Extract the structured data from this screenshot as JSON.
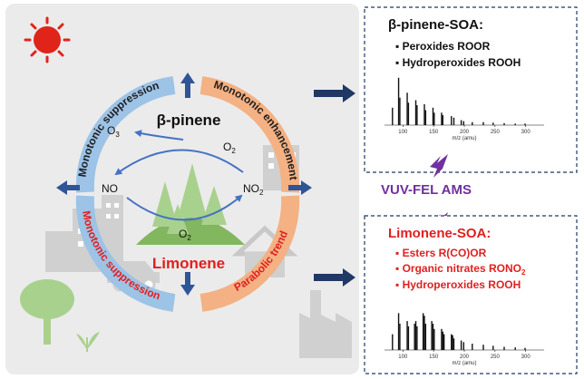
{
  "colors": {
    "arc_blue": "#9dc3e6",
    "arc_orange": "#f4b183",
    "arrow_navy": "#1f3864",
    "cycle_blue": "#4472c4",
    "red": "#e02020",
    "purple": "#7030a0",
    "sun": "#e0241a",
    "tree_green": "#a9d18e",
    "tree_dark": "#70ad47",
    "building_gray": "#d0d0d0"
  },
  "icons": [
    "sun-icon",
    "tree-icon",
    "building-icon",
    "house-icon",
    "car-icon",
    "factory-icon",
    "plant-icon",
    "lightning-icon"
  ],
  "cycle": {
    "arcs": {
      "top_left": "Monotonic suppression",
      "top_right": "Monotonic enhancement",
      "bottom_left": "Monotonic suppression",
      "bottom_right": "Parabolic trend"
    },
    "beta_pinene": "β-pinene",
    "limonene": "Limonene",
    "o3": "O",
    "o3_sub": "3",
    "o2_top": "O",
    "o2_top_sub": "2",
    "o2_bottom": "O",
    "o2_bottom_sub": "2",
    "no": "NO",
    "no2": "NO",
    "no2_sub": "2"
  },
  "beta_box": {
    "title": "β-pinene-SOA:",
    "items": [
      "Peroxides ROOR",
      "Hydroperoxides ROOH"
    ],
    "spectrum": {
      "xlabel": "m/z (amu)",
      "xticks": [
        "100",
        "150",
        "200",
        "250",
        "300"
      ]
    }
  },
  "limonene_box": {
    "title": "Limonene-SOA:",
    "items": [
      {
        "text": "Esters R(CO)OR",
        "sub": "",
        "tail": ""
      },
      {
        "text": "Organic nitrates RONO",
        "sub": "2",
        "tail": ""
      },
      {
        "text": "Hydroperoxides ROOH",
        "sub": "",
        "tail": ""
      }
    ],
    "spectrum": {
      "xlabel": "m/z (amu)",
      "xticks": [
        "100",
        "150",
        "200",
        "250",
        "300"
      ]
    }
  },
  "vuv_label": "VUV-FEL AMS",
  "chart_data": [
    {
      "type": "bar",
      "title": "",
      "xlabel": "m/z (amu)",
      "ylabel": "",
      "xlim": [
        70,
        330
      ],
      "ylim": [
        0,
        1
      ],
      "x": [
        83,
        93,
        95,
        107,
        109,
        121,
        123,
        135,
        137,
        149,
        151,
        163,
        165,
        179,
        183,
        195,
        199,
        213,
        231,
        247,
        265,
        283,
        299
      ],
      "values": [
        0.35,
        0.95,
        0.55,
        0.65,
        0.45,
        0.5,
        0.4,
        0.42,
        0.3,
        0.35,
        0.25,
        0.25,
        0.2,
        0.18,
        0.15,
        0.1,
        0.08,
        0.06,
        0.06,
        0.05,
        0.04,
        0.03,
        0.03
      ]
    },
    {
      "type": "bar",
      "title": "",
      "xlabel": "m/z (amu)",
      "ylabel": "",
      "xlim": [
        70,
        330
      ],
      "ylim": [
        0,
        1
      ],
      "x": [
        83,
        93,
        95,
        107,
        109,
        119,
        121,
        123,
        133,
        135,
        137,
        147,
        149,
        151,
        163,
        165,
        167,
        179,
        181,
        183,
        195,
        199,
        213,
        231,
        247,
        265,
        283,
        299
      ],
      "values": [
        0.3,
        0.7,
        0.5,
        0.55,
        0.45,
        0.5,
        0.55,
        0.45,
        0.7,
        0.65,
        0.5,
        0.55,
        0.5,
        0.4,
        0.4,
        0.35,
        0.3,
        0.3,
        0.28,
        0.22,
        0.18,
        0.15,
        0.12,
        0.1,
        0.08,
        0.06,
        0.05,
        0.04
      ]
    }
  ]
}
